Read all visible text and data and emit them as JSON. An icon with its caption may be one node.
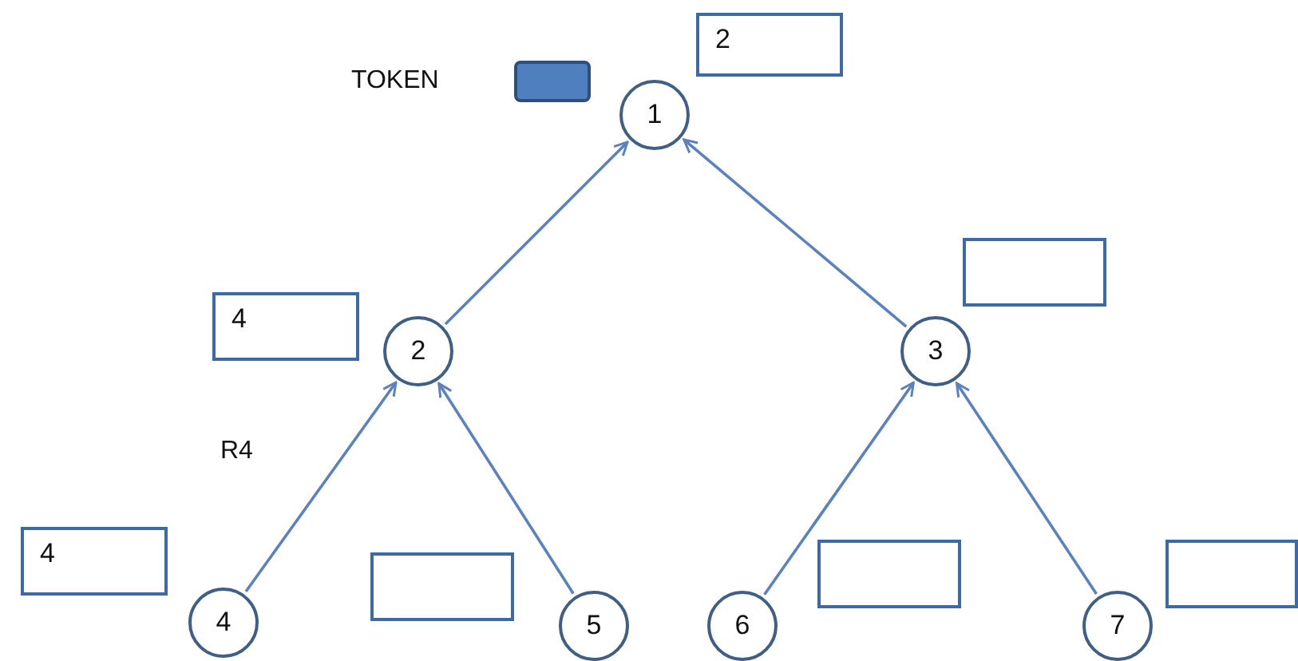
{
  "diagram": {
    "nodes": [
      {
        "text": [],
        "shape": "box",
        "beside": [
          "TOKEN"
        ]
      },
      {
        "text": [
          "2"
        ]
      },
      {
        "text": [
          "1"
        ]
      },
      {
        "text": [],
        "shape": "box"
      },
      {
        "text": [
          "4"
        ]
      },
      {
        "text": [
          "2"
        ]
      },
      {
        "text": [
          "3"
        ]
      },
      {
        "text": [
          "4"
        ]
      },
      {
        "text": [],
        "shape": "box"
      },
      {
        "text": [],
        "shape": "box"
      },
      {
        "text": [],
        "shape": "box"
      },
      {
        "text": [
          "4"
        ]
      },
      {
        "text": [
          "5"
        ]
      },
      {
        "text": [
          "6"
        ]
      },
      {
        "text": [
          "7"
        ]
      }
    ],
    "edges": [
      {
        "from": 5,
        "to": 2,
        "arrow": "to"
      },
      {
        "from": 6,
        "to": 2,
        "arrow": "to"
      },
      {
        "from": 11,
        "to": 5,
        "arrow": "to"
      },
      {
        "from": 12,
        "to": 5,
        "arrow": "to"
      },
      {
        "from": 13,
        "to": 6,
        "arrow": "to"
      },
      {
        "from": 14,
        "to": 6,
        "arrow": "to"
      }
    ],
    "labels": [
      "R4"
    ]
  }
}
